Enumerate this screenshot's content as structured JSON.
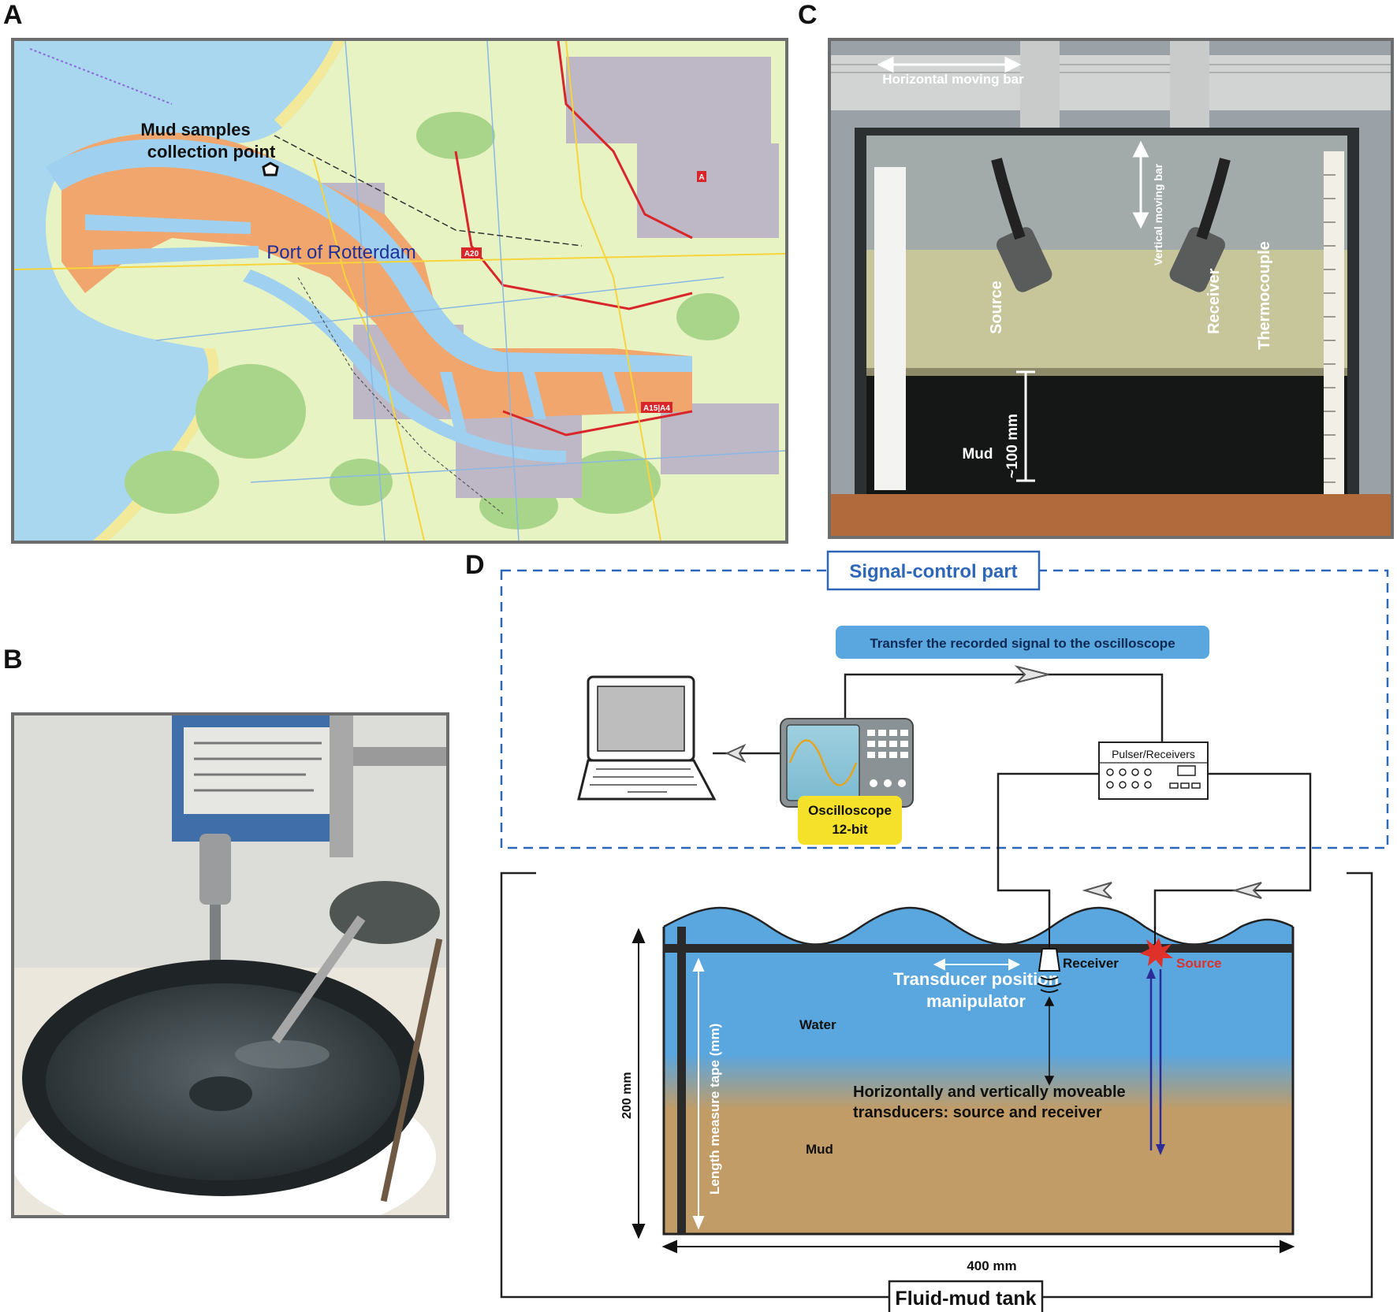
{
  "panels": {
    "a": "A",
    "b": "B",
    "c": "C",
    "d": "D"
  },
  "map": {
    "collection_line1": "Mud samples",
    "collection_line2": "collection point",
    "port": "Port of Rotterdam",
    "road_a20": "A20",
    "road_a15": "A15|A4",
    "road_edge": "A"
  },
  "photo_c": {
    "horizontal_bar": "Horizontal moving bar",
    "vertical_bar": "Vertical moving bar",
    "source": "Source",
    "receiver": "Receiver",
    "thermocouple": "Thermocouple",
    "mud": "Mud",
    "depth": "~100 mm"
  },
  "diagram": {
    "signal_control": "Signal-control part",
    "transfer": "Transfer the recorded signal to the oscilloscope",
    "pulser": "Pulser/Receivers",
    "oscilloscope_line1": "Oscilloscope",
    "oscilloscope_line2": "12-bit",
    "receiver": "Receiver",
    "source": "Source",
    "manipulator_line1": "Transducer position",
    "manipulator_line2": "manipulator",
    "water": "Water",
    "moveable_line1": "Horizontally and vertically moveable",
    "moveable_line2": "transducers: source and receiver",
    "mud": "Mud",
    "tape": "Length measure tape (mm)",
    "height": "200 mm",
    "width": "400 mm",
    "tank": "Fluid-mud tank"
  },
  "colors": {
    "sea": "#a9d7f0",
    "land": "#e8f3c4",
    "harbor": "#f0a66c",
    "water_blue": "#5aa6de",
    "mud_brown": "#c29c66",
    "dashed_blue": "#2f67b8",
    "source_red": "#e0302a",
    "osc_yellow": "#f5e12a"
  }
}
